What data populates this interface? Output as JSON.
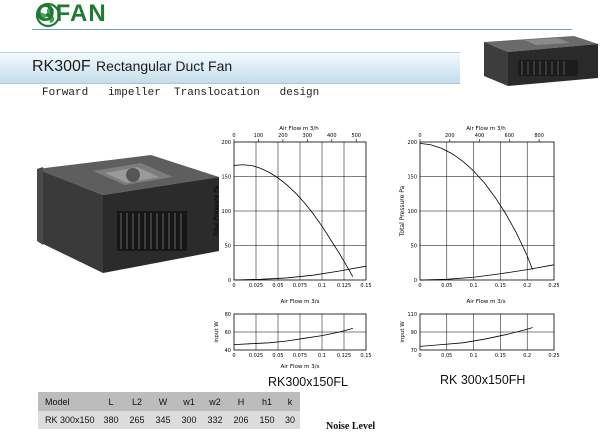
{
  "brand": {
    "logo_text": "OFAN",
    "accent_color": "#1f7a33",
    "rule_color": "#6e9fc2"
  },
  "header": {
    "model_code": "RK300F",
    "model_name": "Rectangular Duct Fan"
  },
  "tagline": "Forward   impeller  Translocation   design",
  "images": {
    "main_photo": "duct-fan-photo",
    "small_photo": "duct-fan-thumbnail"
  },
  "chart_data": [
    {
      "type": "line",
      "caption": "RK300x150FL",
      "top_x2label": "Air Flow m 3/h",
      "top_x2ticks": [
        "0",
        "100",
        "200",
        "300",
        "400",
        "500"
      ],
      "xlabel": "Air Flow m 3/s",
      "xticks": [
        "0",
        "0.025",
        "0.05",
        "0.075",
        "0.1",
        "0.125",
        "0.15"
      ],
      "xlim": [
        0,
        0.15
      ],
      "ylabel": "Total Pressure Pa",
      "yticks": [
        "0",
        "50",
        "100",
        "150",
        "200"
      ],
      "ylim": [
        0,
        200
      ],
      "series": [
        {
          "x": [
            0,
            0.01,
            0.02,
            0.03,
            0.04,
            0.05,
            0.06,
            0.07,
            0.08,
            0.09,
            0.1,
            0.11,
            0.12,
            0.13,
            0.135
          ],
          "y": [
            166,
            167,
            166,
            162,
            156,
            148,
            138,
            126,
            112,
            96,
            78,
            58,
            38,
            16,
            5
          ]
        },
        {
          "x": [
            0,
            0.03,
            0.06,
            0.09,
            0.12,
            0.15
          ],
          "y": [
            0,
            1,
            3,
            7,
            13,
            20
          ]
        }
      ],
      "power": {
        "ylabel": "input W",
        "yticks": [
          "40",
          "60",
          "80"
        ],
        "ylim": [
          40,
          80
        ],
        "xticks": [
          "0",
          "0.025",
          "0.05",
          "0.075",
          "0.1",
          "0.125",
          "0.15"
        ],
        "xlim": [
          0,
          0.15
        ],
        "xlabel": "Air Flow m 3/s",
        "series": [
          {
            "x": [
              0,
              0.02,
              0.04,
              0.06,
              0.08,
              0.1,
              0.12,
              0.135
            ],
            "y": [
              46,
              47,
              48,
              50,
              53,
              56,
              60,
              64
            ]
          }
        ]
      }
    },
    {
      "type": "line",
      "caption": "RK 300x150FH",
      "top_x2label": "Air Flow m 3/h",
      "top_x2ticks": [
        "0",
        "200",
        "400",
        "600",
        "800"
      ],
      "xlabel": "Air Flow m 3/s",
      "xticks": [
        "0",
        "0.05",
        "0.1",
        "0.15",
        "0.2",
        "0.25"
      ],
      "xlim": [
        0,
        0.25
      ],
      "ylabel": "Total Pressure Pa",
      "yticks": [
        "0",
        "50",
        "100",
        "150",
        "200"
      ],
      "ylim": [
        0,
        200
      ],
      "series": [
        {
          "x": [
            0,
            0.02,
            0.04,
            0.06,
            0.08,
            0.1,
            0.12,
            0.14,
            0.16,
            0.18,
            0.2,
            0.21
          ],
          "y": [
            198,
            196,
            191,
            183,
            172,
            158,
            141,
            120,
            96,
            68,
            35,
            15
          ]
        },
        {
          "x": [
            0,
            0.05,
            0.1,
            0.15,
            0.2,
            0.25
          ],
          "y": [
            0,
            1,
            4,
            9,
            15,
            22
          ]
        }
      ],
      "power": {
        "ylabel": "input W",
        "yticks": [
          "70",
          "90",
          "110"
        ],
        "ylim": [
          70,
          110
        ],
        "xticks": [
          "0",
          "0.05",
          "0.1",
          "0.15",
          "0.2",
          "0.25"
        ],
        "xlim": [
          0,
          0.25
        ],
        "xlabel": "Air Flow m 3/s",
        "series": [
          {
            "x": [
              0,
              0.04,
              0.08,
              0.12,
              0.16,
              0.2,
              0.21
            ],
            "y": [
              74,
              76,
              78,
              82,
              87,
              93,
              95
            ]
          }
        ]
      }
    }
  ],
  "spec_table": {
    "headers": [
      "Model",
      "L",
      "L2",
      "W",
      "w1",
      "w2",
      "H",
      "h1",
      "k"
    ],
    "rows": [
      [
        "RK 300x150",
        "380",
        "265",
        "345",
        "300",
        "332",
        "206",
        "150",
        "30"
      ]
    ]
  },
  "noise_label": "Noise Level"
}
